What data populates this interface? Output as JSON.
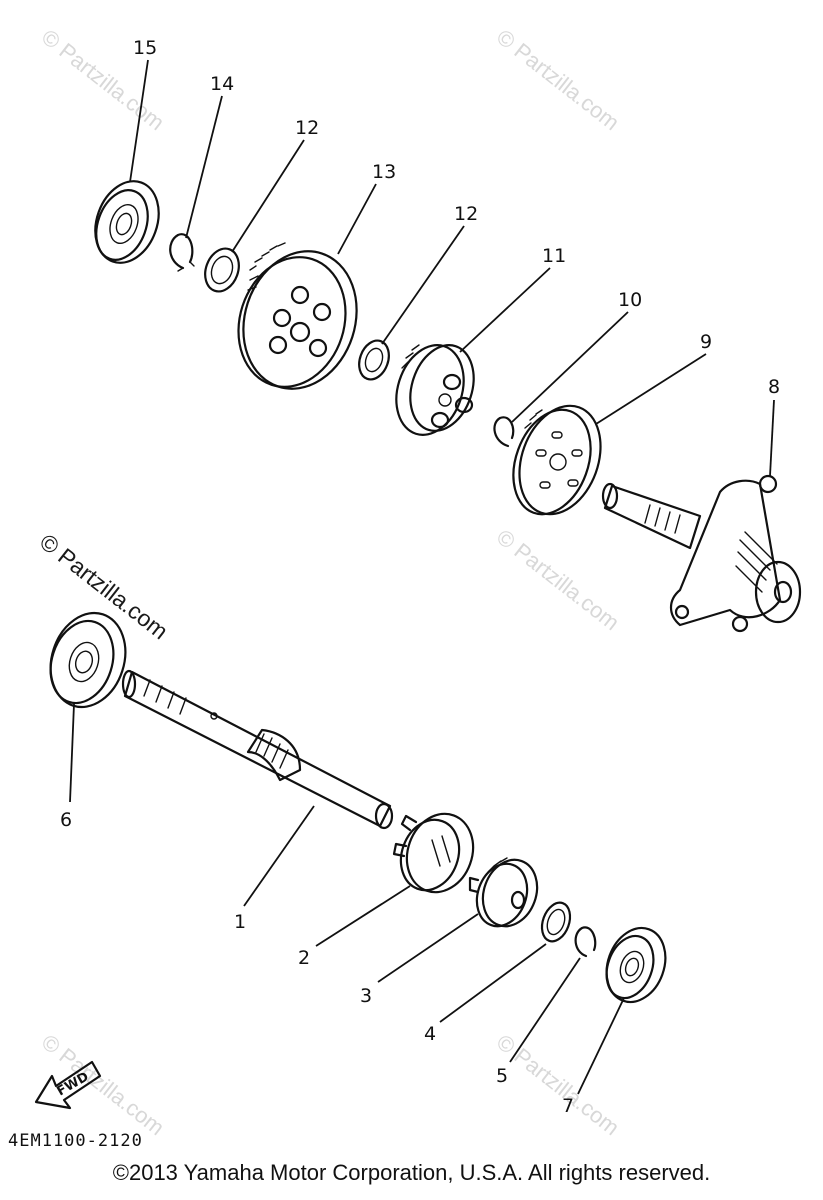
{
  "diagram": {
    "callouts": [
      {
        "id": "c15",
        "label": "15"
      },
      {
        "id": "c14",
        "label": "14"
      },
      {
        "id": "c12a",
        "label": "12"
      },
      {
        "id": "c13",
        "label": "13"
      },
      {
        "id": "c12b",
        "label": "12"
      },
      {
        "id": "c11",
        "label": "11"
      },
      {
        "id": "c10",
        "label": "10"
      },
      {
        "id": "c9",
        "label": "9"
      },
      {
        "id": "c8",
        "label": "8"
      },
      {
        "id": "c6",
        "label": "6"
      },
      {
        "id": "c1",
        "label": "1"
      },
      {
        "id": "c2",
        "label": "2"
      },
      {
        "id": "c3",
        "label": "3"
      },
      {
        "id": "c4",
        "label": "4"
      },
      {
        "id": "c5",
        "label": "5"
      },
      {
        "id": "c7",
        "label": "7"
      }
    ],
    "fwd_label": "FWD",
    "diagram_code": "4EM1100-2120",
    "watermark": "© Partzilla.com"
  },
  "footer": {
    "copyright": "©2013  Yamaha Motor Corporation, U.S.A. All rights reserved."
  }
}
